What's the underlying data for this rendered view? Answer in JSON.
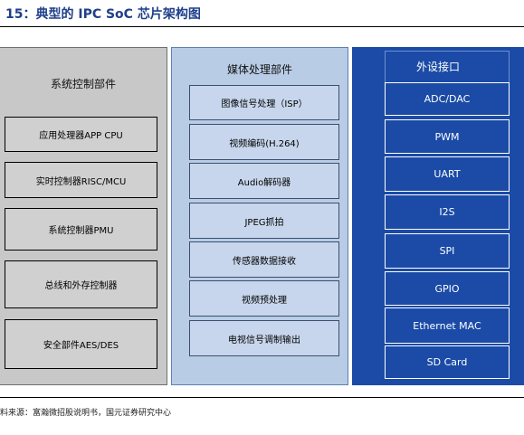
{
  "title": "15：典型的 IPC SoC 芯片架构图",
  "system_control": {
    "title": "系统控制部件",
    "items": [
      "应用处理器APP CPU",
      "实时控制器RISC/MCU",
      "系统控制器PMU",
      "总线和外存控制器",
      "安全部件AES/DES"
    ]
  },
  "media_processing": {
    "title": "媒体处理部件",
    "items": [
      "图像信号处理（ISP）",
      "视频编码(H.264)",
      "Audio解码器",
      "JPEG抓拍",
      "传感器数据接收",
      "视频预处理",
      "电视信号调制输出"
    ]
  },
  "peripheral_interfaces": {
    "title": "外设接口",
    "items": [
      "ADC/DAC",
      "PWM",
      "UART",
      "I2S",
      "SPI",
      "GPIO",
      "Ethernet MAC",
      "SD Card"
    ]
  },
  "source": "料来源：富瀚微招股说明书，国元证券研究中心",
  "colors": {
    "title": "#1f3f8a",
    "system_panel": "#c8c8c8",
    "media_panel": "#b8cce6",
    "interface_panel": "#1b4ba6"
  }
}
